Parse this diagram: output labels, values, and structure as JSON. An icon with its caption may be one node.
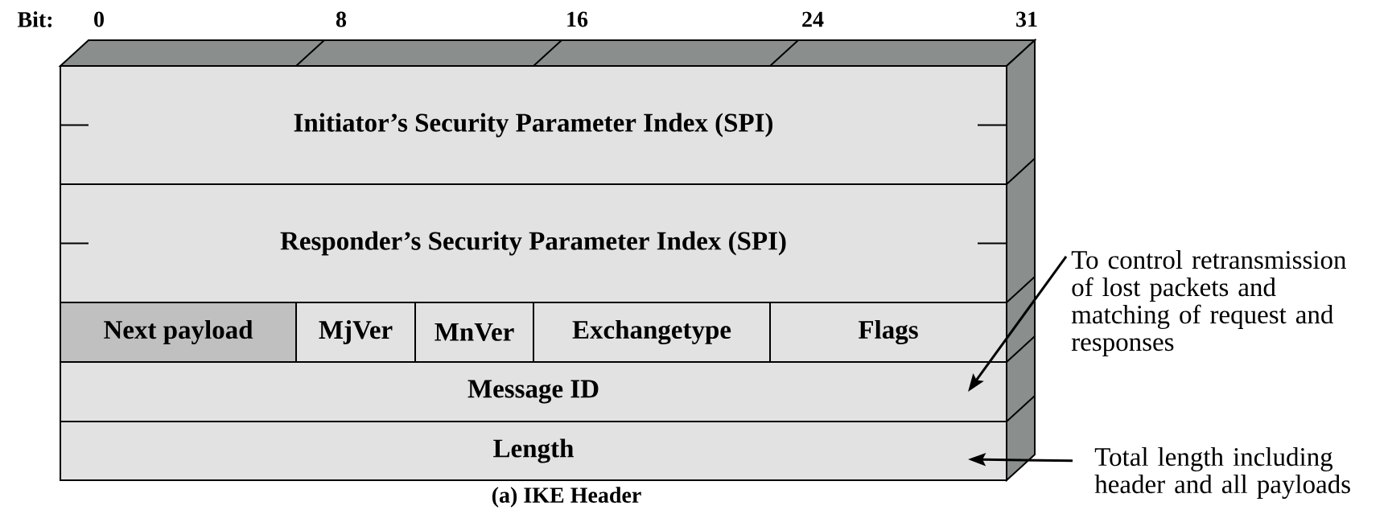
{
  "diagram": {
    "caption": "(a) IKE Header",
    "nodes": [
      {
        "text": [
          "Initiator’s Security Parameter Index (SPI)"
        ]
      },
      {
        "text": [
          "Responder’s Security Parameter Index (SPI)"
        ]
      },
      {
        "text": [
          "Next payload"
        ]
      },
      {
        "text": [
          "MjVer"
        ]
      },
      {
        "text": [
          "MnVer"
        ]
      },
      {
        "text": [
          "Exchangetype"
        ]
      },
      {
        "text": [
          "Flags"
        ]
      },
      {
        "text": [
          "Message ID"
        ]
      },
      {
        "text": [
          "Length"
        ]
      },
      {
        "text": [
          "To control retransmission of lost packets and matching of request and responses"
        ]
      },
      {
        "text": [
          "Total length including header and all payloads"
        ]
      }
    ],
    "edges": [
      {
        "from": 9,
        "to": 7,
        "arrow": "to"
      },
      {
        "from": 10,
        "to": 8,
        "arrow": "to"
      }
    ],
    "labels": [
      "Bit:",
      "0",
      "8",
      "16",
      "24",
      "31"
    ]
  }
}
